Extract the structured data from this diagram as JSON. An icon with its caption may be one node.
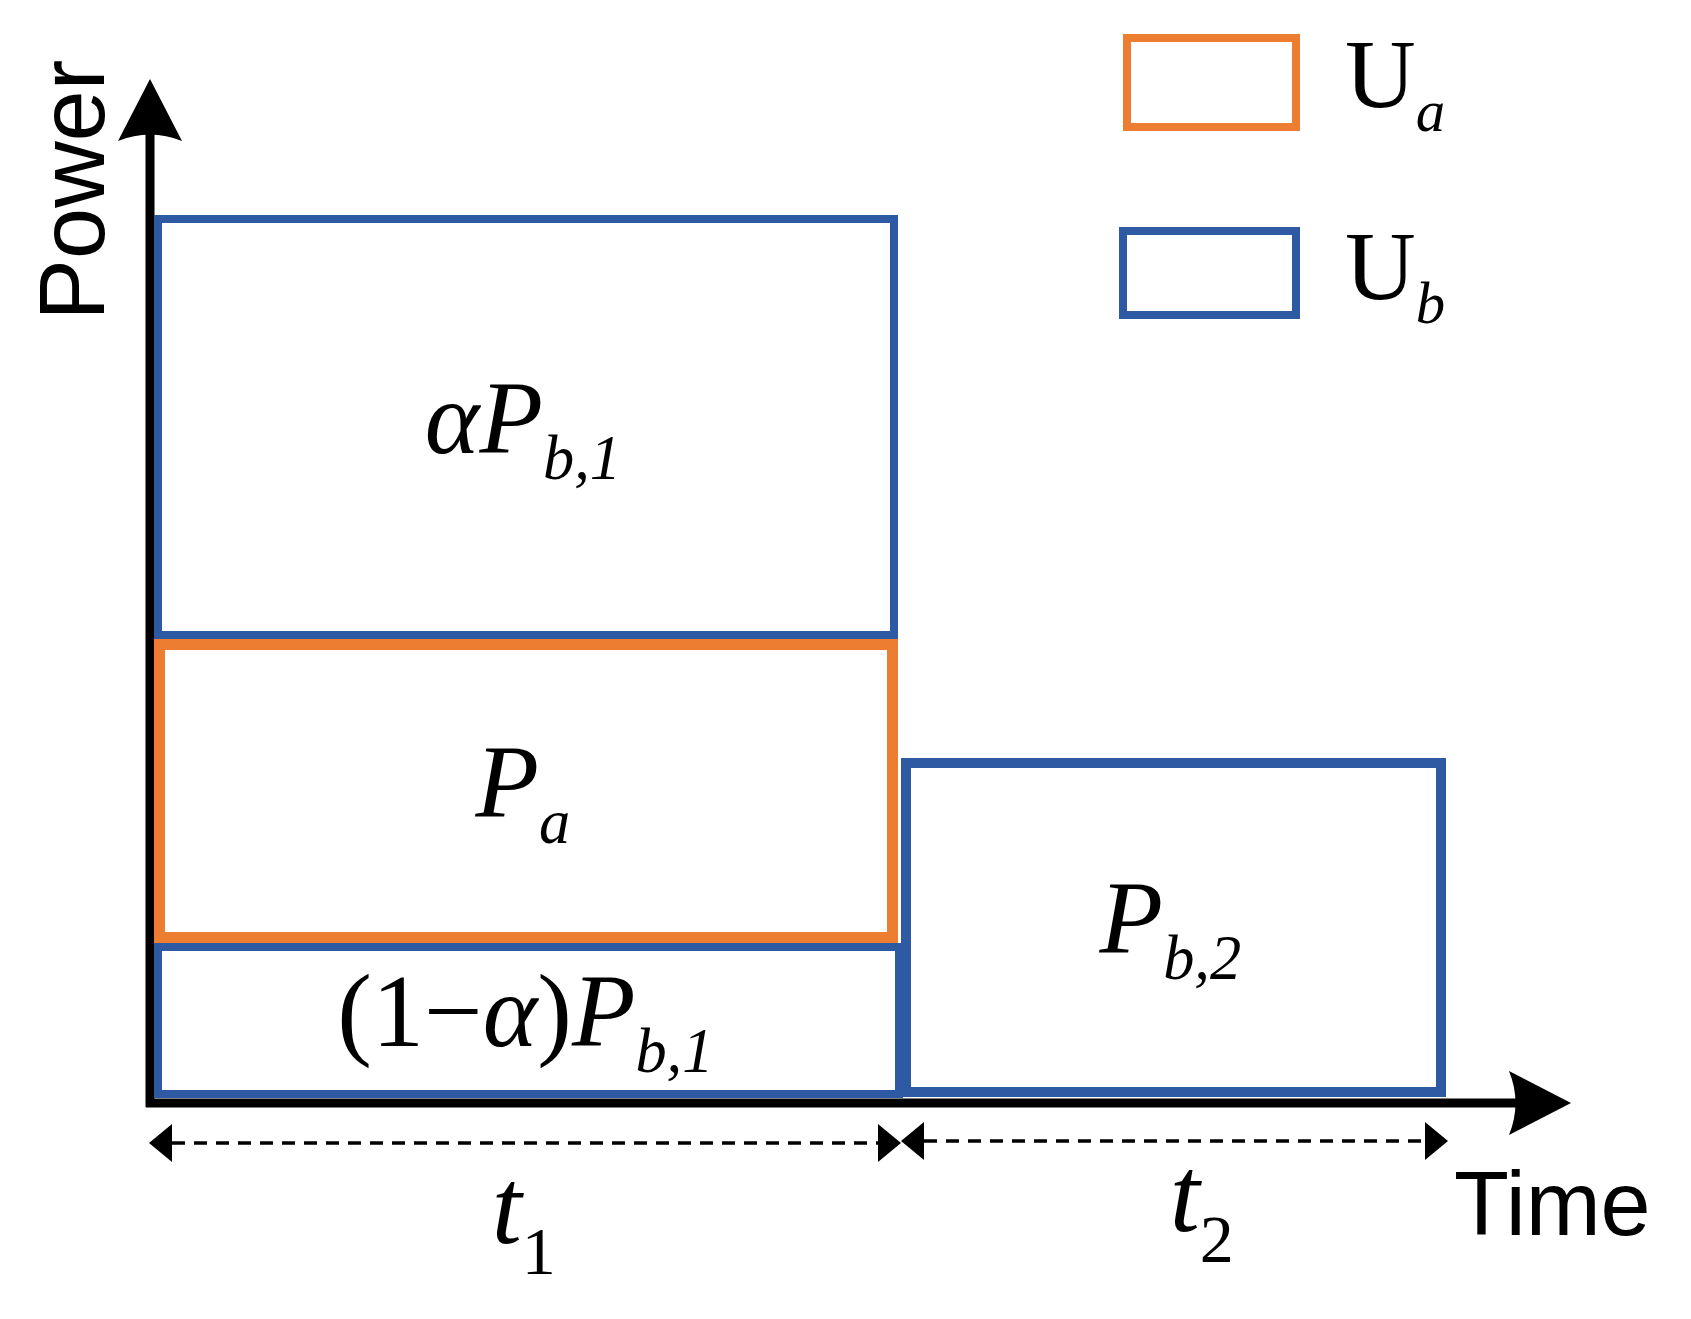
{
  "diagram": {
    "nodes": [
      {
        "text": [
          "αP$_{b,1}$"
        ]
      },
      {
        "text": [
          "P$_{a}$"
        ]
      },
      {
        "text": [
          "(1−*α*)*P*$_{b,1}$"
        ]
      },
      {
        "text": [
          "P$_{b,2}$"
        ]
      }
    ],
    "labels": [
      "Power",
      "*t*$_{1}$",
      "*t*$_{2}$",
      "Time"
    ],
    "legend": [
      {
        "text": "U$_{a}$",
        "color": "#ed7d31"
      },
      {
        "text": "U$_{b}$",
        "color": "#2e5aa4"
      }
    ]
  }
}
